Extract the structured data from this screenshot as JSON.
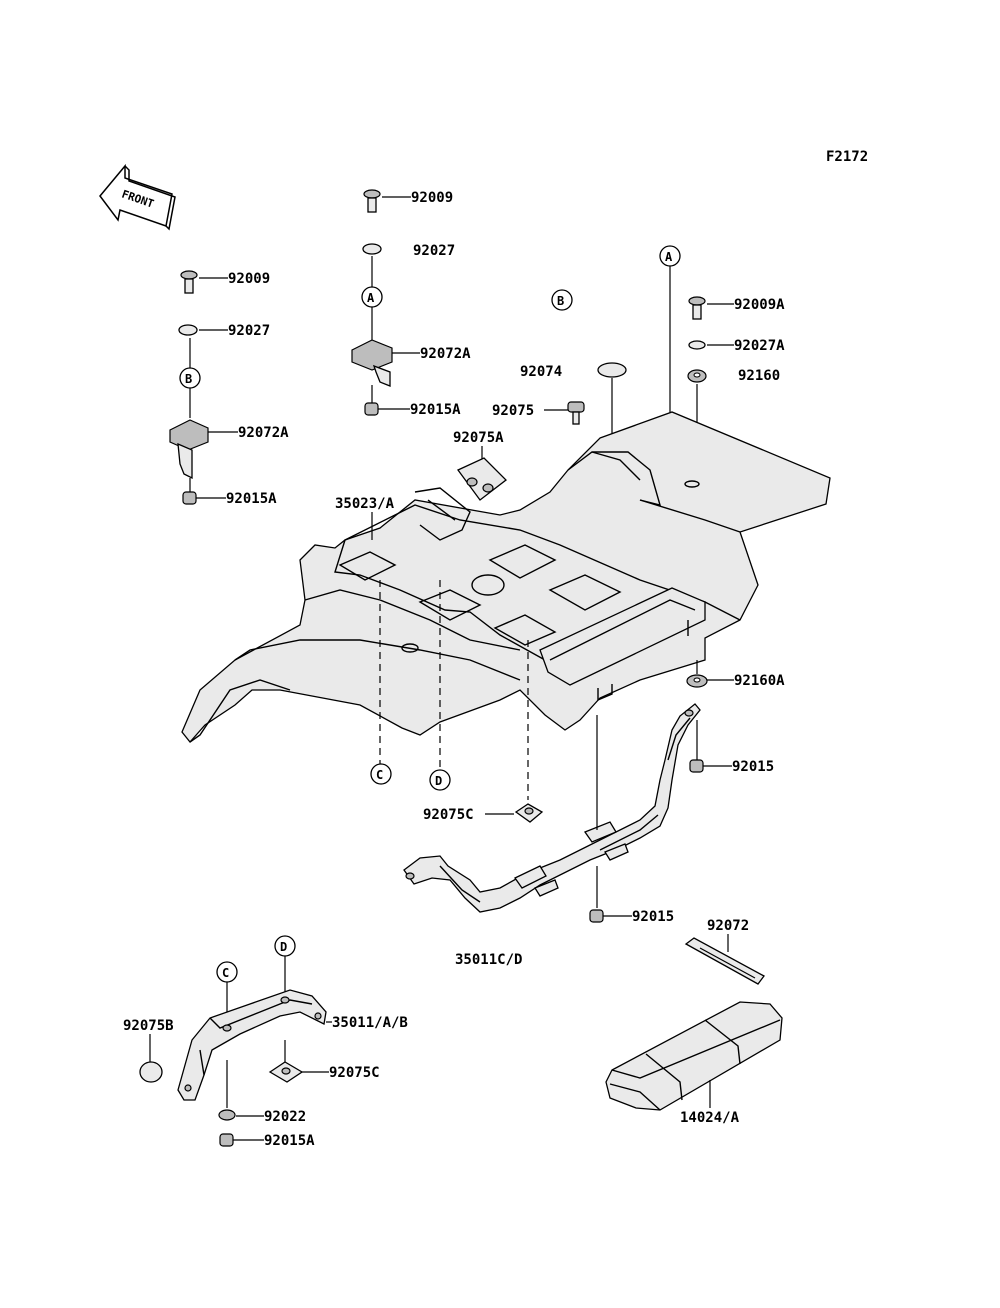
{
  "figure_code": "F2172",
  "front_arrow_label": "FRONT",
  "callouts": {
    "A": "A",
    "B": "B",
    "C": "C",
    "D": "D"
  },
  "labels": {
    "l_92009_left": "92009",
    "l_92027_left": "92027",
    "l_92072A_left": "92072A",
    "l_92015A_left": "92015A",
    "l_92009_mid": "92009",
    "l_92027_mid": "92027",
    "l_92072A_mid": "92072A",
    "l_92015A_mid": "92015A",
    "l_92074": "92074",
    "l_92075": "92075",
    "l_92075A": "92075A",
    "l_35023A": "35023/A",
    "l_92009A": "92009A",
    "l_92027A": "92027A",
    "l_92160": "92160",
    "l_92160A": "92160A",
    "l_92015_right": "92015",
    "l_92075C_mid": "92075C",
    "l_92015_lower": "92015",
    "l_35011CD": "35011C/D",
    "l_92072": "92072",
    "l_35011AB": "35011/A/B",
    "l_92075B": "92075B",
    "l_92075C_low": "92075C",
    "l_92022": "92022",
    "l_92015A_low": "92015A",
    "l_14024A": "14024/A"
  }
}
